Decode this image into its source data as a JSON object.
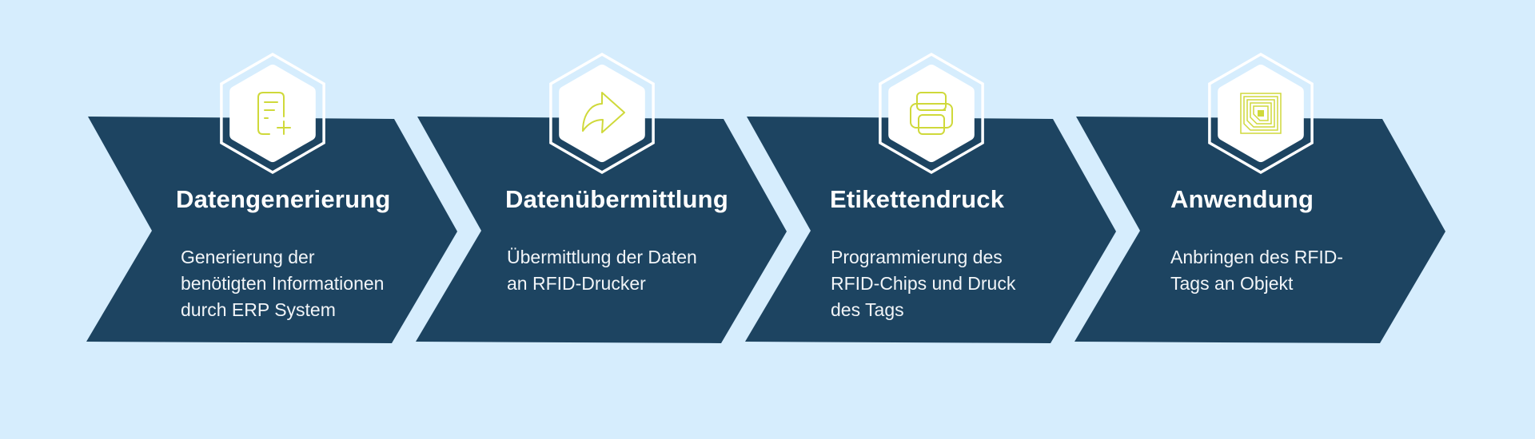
{
  "diagram": {
    "type": "process-flow",
    "colors": {
      "background": "#d6edfd",
      "chevron": "#1d4461",
      "hex_outline": "#ffffff",
      "hex_fill": "#ffffff",
      "icon_stroke": "#cfd93a",
      "text": "#ffffff"
    },
    "steps": [
      {
        "title": "Datengenerierung",
        "description_lines": [
          "Generierung der",
          "benötigten Informationen",
          "durch ERP System"
        ],
        "icon": "document-add-icon"
      },
      {
        "title": "Datenübermittlung",
        "description_lines": [
          "Übermittlung der Daten",
          "an RFID-Drucker"
        ],
        "icon": "share-arrow-icon"
      },
      {
        "title": "Etikettendruck",
        "description_lines": [
          "Programmierung des",
          "RFID-Chips und Druck",
          "des Tags"
        ],
        "icon": "printer-icon"
      },
      {
        "title": "Anwendung",
        "description_lines": [
          "Anbringen des RFID-",
          "Tags an Objekt"
        ],
        "icon": "rfid-tag-icon"
      }
    ]
  }
}
